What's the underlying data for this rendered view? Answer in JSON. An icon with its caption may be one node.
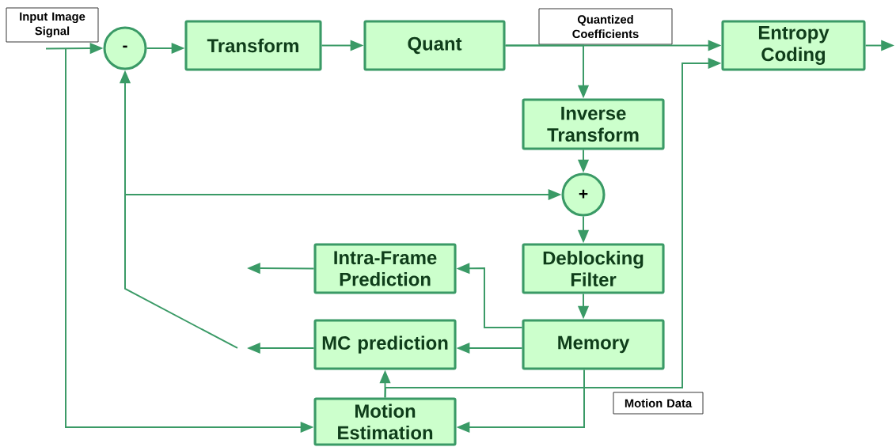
{
  "diagram": {
    "nodes": [
      {
        "text": [
          "Input Image Signal"
        ]
      },
      {
        "text": [
          "-"
        ]
      },
      {
        "text": [
          "Transform"
        ]
      },
      {
        "text": [
          "Quant"
        ]
      },
      {
        "text": [
          "Quantized Coefficients"
        ]
      },
      {
        "text": [
          "Entropy Coding"
        ]
      },
      {
        "text": [
          "Inverse Transform"
        ]
      },
      {
        "text": [
          "+"
        ]
      },
      {
        "text": [
          "Deblocking Filter"
        ]
      },
      {
        "text": [
          "Intra-Frame Prediction"
        ]
      },
      {
        "text": [
          "Memory"
        ]
      },
      {
        "text": [
          "MC prediction"
        ]
      },
      {
        "text": [
          "Motion Estimation"
        ]
      },
      {
        "text": [
          "Motion Data"
        ]
      }
    ],
    "edges": [
      {
        "from": 0,
        "to": 1,
        "arrow": "to"
      },
      {
        "from": 0,
        "to": 12,
        "arrow": "to"
      },
      {
        "from": 1,
        "to": 2,
        "arrow": "to"
      },
      {
        "from": 2,
        "to": 3,
        "arrow": "to"
      },
      {
        "from": 3,
        "to": 5,
        "arrow": "to"
      },
      {
        "from": 3,
        "to": 6,
        "arrow": "to"
      },
      {
        "from": 5,
        "to": null,
        "arrow": "to"
      },
      {
        "from": 6,
        "to": 7,
        "arrow": "to"
      },
      {
        "from": null,
        "to": 1,
        "arrow": "to"
      },
      {
        "from": null,
        "to": 7,
        "arrow": "to"
      },
      {
        "from": 7,
        "to": 8,
        "arrow": "to"
      },
      {
        "from": 8,
        "to": 10,
        "arrow": "to"
      },
      {
        "from": 10,
        "to": 9,
        "arrow": "to"
      },
      {
        "from": 10,
        "to": 11,
        "arrow": "to"
      },
      {
        "from": 9,
        "to": null,
        "arrow": "to"
      },
      {
        "from": 11,
        "to": null,
        "arrow": "to"
      },
      {
        "from": 10,
        "to": 12,
        "arrow": "to"
      },
      {
        "from": 12,
        "to": 11,
        "arrow": "to"
      },
      {
        "from": 12,
        "to": 5,
        "arrow": "to"
      }
    ]
  }
}
